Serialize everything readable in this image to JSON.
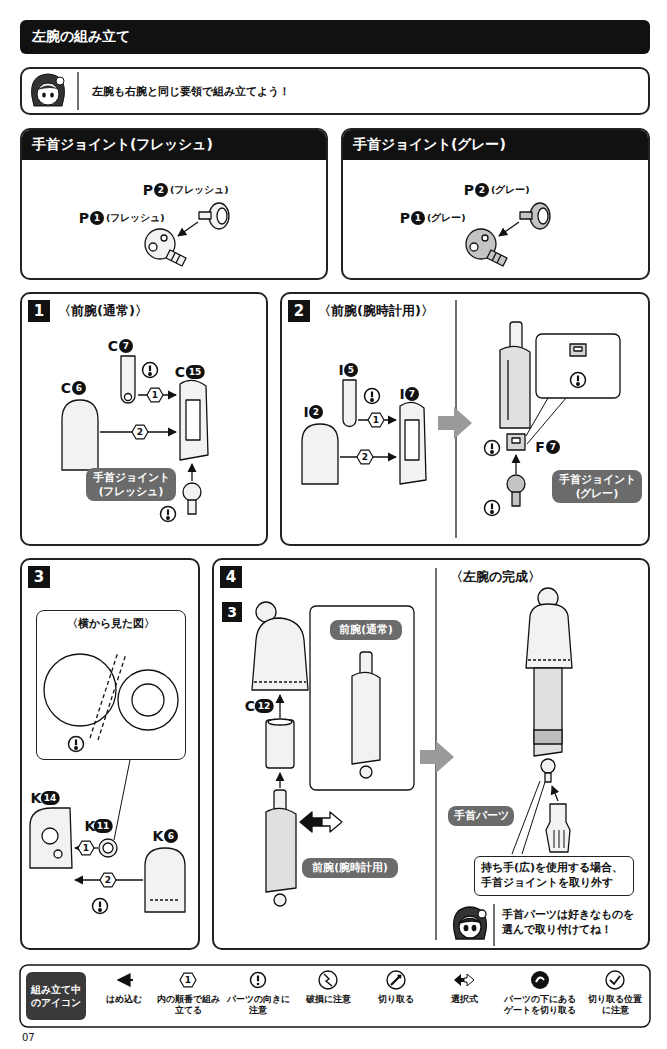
{
  "diagram": {
    "title": "左腕の組み立て",
    "nodes": [
      {
        "text": [
          "左腕も右腕と同じ要領で組み立てよう！"
        ]
      },
      {
        "text": [
          "手首ジョイント(フレッシュ)"
        ]
      },
      {
        "text": [
          "手首ジョイント(グレー)"
        ]
      },
      {
        "text": [
          "1",
          "〈前腕(通常)〉"
        ]
      },
      {
        "text": [
          "手首ジョイント (フレッシュ)"
        ],
        "in": 3
      },
      {
        "text": [
          "2",
          "〈前腕(腕時計用)〉"
        ]
      },
      {
        "text": [
          "手首ジョイント (グレー)"
        ],
        "in": 5
      },
      {
        "text": [
          "3"
        ]
      },
      {
        "text": [
          "〈横から見た図〉"
        ],
        "in": 7
      },
      {
        "text": [
          "4",
          "〈左腕の完成〉"
        ]
      },
      {
        "text": [
          "前腕(通常)"
        ],
        "in": 9
      },
      {
        "text": [
          "前腕(腕時計用)"
        ],
        "in": 9
      },
      {
        "text": [
          "手首パーツ"
        ],
        "in": 9
      },
      {
        "text": [
          "持ち手(広)を使用する場合、 手首ジョイントを取り外す"
        ],
        "in": 9
      },
      {
        "text": [
          "手首パーツは好きなものを 選んで取り付けてね！"
        ],
        "in": 9
      },
      {
        "text": [
          "組み立て中 のアイコン"
        ]
      }
    ],
    "labels": [
      "P",
      "2",
      "(フレッシュ)",
      "P",
      "1",
      "(フレッシュ)",
      "P",
      "2",
      "(グレー)",
      "P",
      "1",
      "(グレー)",
      "C",
      "7",
      "1",
      "C",
      "6",
      "2",
      "C",
      "15",
      "I",
      "5",
      "1",
      "I",
      "2",
      "2",
      "I",
      "7",
      "F",
      "7",
      "K",
      "14",
      "1",
      "K",
      "11",
      "2",
      "K",
      "6",
      "3",
      "C",
      "12",
      "1",
      "07"
    ],
    "legend": [
      {
        "text": "はめ込む"
      },
      {
        "text": "内の順番で組み立てる"
      },
      {
        "text": "パーツの向きに注意"
      },
      {
        "text": "破損に注意"
      },
      {
        "text": "切り取る"
      },
      {
        "text": "選択式"
      },
      {
        "text": "パーツの下にあるゲートを切り取る"
      },
      {
        "text": "切り取る位置に注意"
      }
    ]
  }
}
